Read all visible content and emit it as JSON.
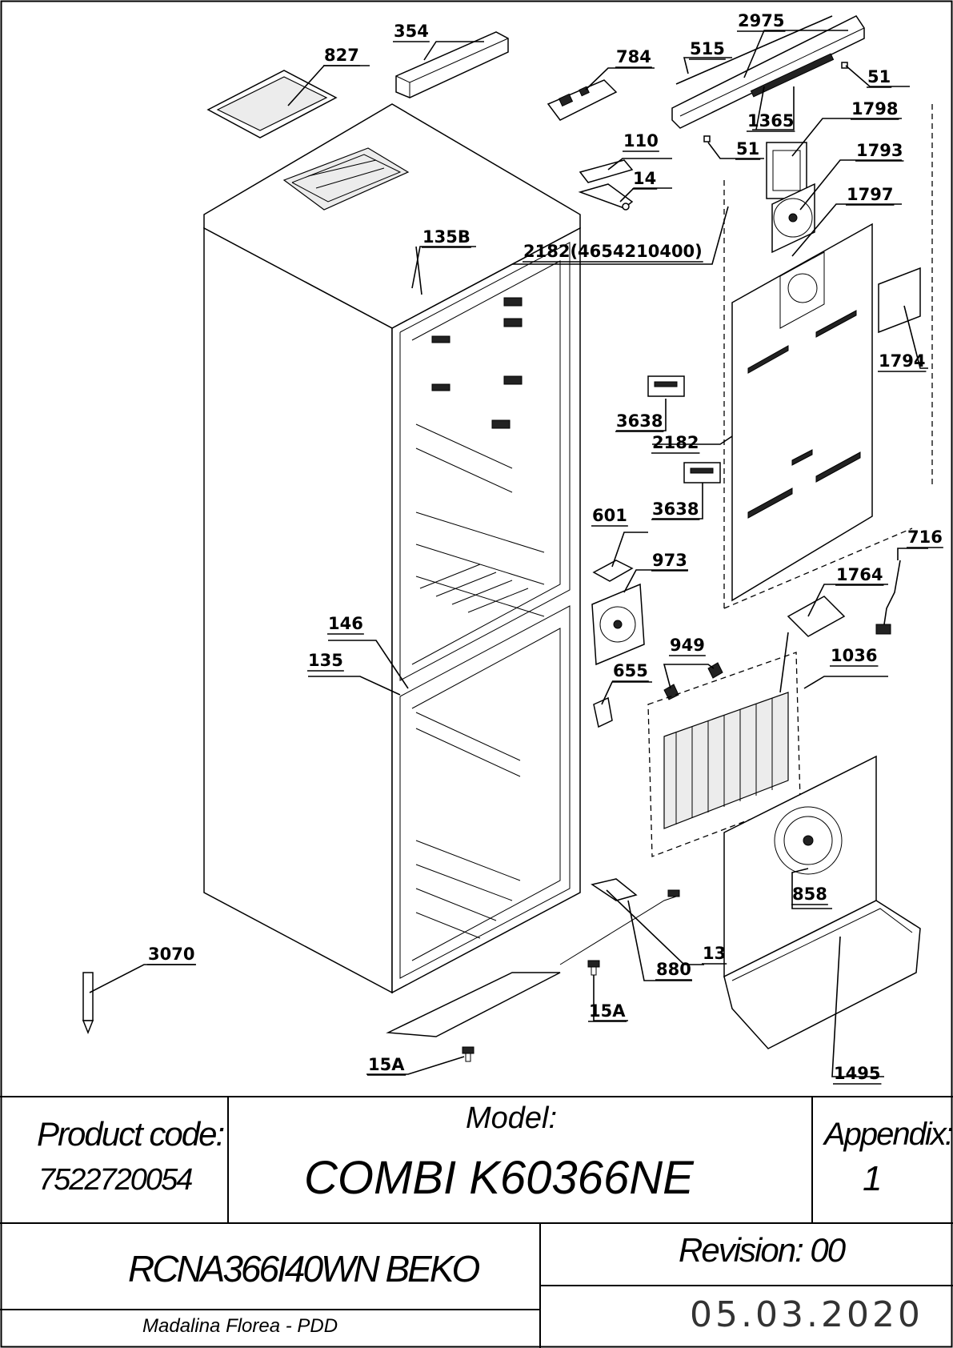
{
  "callouts": [
    "827",
    "354",
    "784",
    "515",
    "2975",
    "51",
    "1365",
    "1798",
    "51",
    "1793",
    "110",
    "14",
    "1797",
    "135B",
    "2182(4654210400)",
    "1794",
    "3638",
    "2182",
    "3638",
    "601",
    "973",
    "716",
    "1764",
    "146",
    "135",
    "949",
    "1036",
    "655",
    "858",
    "13",
    "880",
    "3070",
    "15A",
    "15A",
    "1495"
  ],
  "title_block": {
    "product_code_label": "Product code:",
    "product_code_value": "7522720054",
    "model_label": "Model:",
    "model_value": "COMBI K60366NE",
    "appendix_label": "Appendix:",
    "appendix_value": "1",
    "model_code": "RCNA366I40WN BEKO",
    "revision": "Revision: 00",
    "author": "Madalina Florea - PDD",
    "date": "05.03.2020"
  }
}
